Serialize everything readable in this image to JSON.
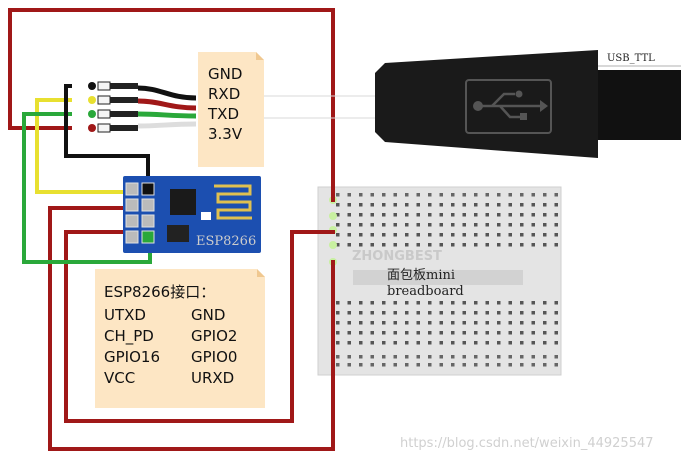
{
  "pin_note": {
    "labels": [
      "GND",
      "RXD",
      "TXD",
      "3.3V"
    ]
  },
  "esp_module": {
    "label": "ESP8266"
  },
  "interface_note": {
    "title": "ESP8266接口：",
    "rows": [
      [
        "UTXD",
        "GND"
      ],
      [
        "CH_PD",
        "GPIO2"
      ],
      [
        "GPIO16",
        "GPIO0"
      ],
      [
        "VCC",
        "URXD"
      ]
    ]
  },
  "usb_cable": {
    "label": "USB_TTL",
    "icon": "usb-icon"
  },
  "breadboard": {
    "brand": "ZHONGBEST",
    "title_cn": "面包板mini",
    "title_en": "breadboard"
  },
  "watermark": "https://blog.csdn.net/weixin_44925547",
  "colors": {
    "red_wire": "#a01818",
    "yellow_wire": "#e8e030",
    "green_wire": "#2aa83a",
    "black_wire": "#111111",
    "module_blue": "#1c4fb0",
    "note_bg": "#fde6c4"
  }
}
